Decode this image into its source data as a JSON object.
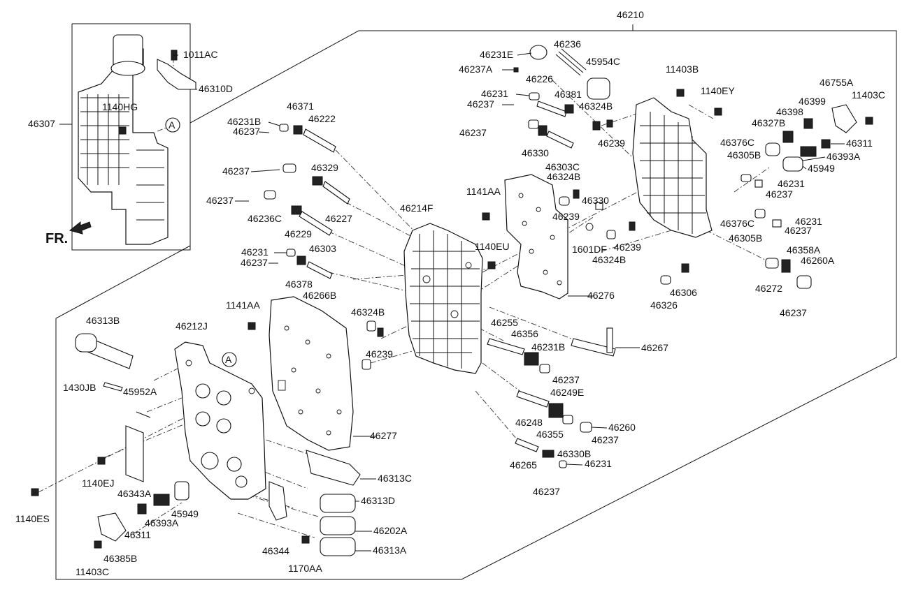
{
  "diagram": {
    "top_label": "46210",
    "front_marker": "FR.",
    "view_marker": "A",
    "labels": {
      "l1011AC": "1011AC",
      "l46310D": "46310D",
      "l46307": "46307",
      "l1140HG": "1140HG",
      "l46231E": "46231E",
      "l46236": "46236",
      "l46237A": "46237A",
      "l45954C": "45954C",
      "l46226": "46226",
      "l11403B": "11403B",
      "l46231a": "46231",
      "l46237a": "46237",
      "l46381": "46381",
      "l1140EY": "1140EY",
      "l46755A": "46755A",
      "l11403C_top": "11403C",
      "l46324B_a": "46324B",
      "l46399": "46399",
      "l46398": "46398",
      "l46327B": "46327B",
      "l46371": "46371",
      "l46231B_a": "46231B",
      "l46222": "46222",
      "l46237b": "46237",
      "l46239a": "46239",
      "l46237c": "46237",
      "l46376C_a": "46376C",
      "l46311_top": "46311",
      "l46393A_top": "46393A",
      "l46330a": "46330",
      "l46305B_a": "46305B",
      "l45949_top": "45949",
      "l46303C": "46303C",
      "l46324B_b": "46324B",
      "l46237d": "46237",
      "l46329": "46329",
      "l46231b": "46231",
      "l46237e": "46237",
      "l1141AA_a": "1141AA",
      "l46330b": "46330",
      "l46237f": "46237",
      "l46236C": "46236C",
      "l46227": "46227",
      "l46214F": "46214F",
      "l46239b": "46239",
      "l46376C_b": "46376C",
      "l46231c": "46231",
      "l46237g": "46237",
      "l46229": "46229",
      "l46305B_b": "46305B",
      "l1601DF": "1601DF",
      "l46303": "46303",
      "l1140EU": "1140EU",
      "l46239c": "46239",
      "l46231d": "46231",
      "l46324B_c": "46324B",
      "l46358A": "46358A",
      "l46237h": "46237",
      "l46260A": "46260A",
      "l46378": "46378",
      "l46266B": "46266B",
      "l46272": "46272",
      "l46326": "46326",
      "l46306": "46306",
      "l46276": "46276",
      "l1141AA_b": "1141AA",
      "l46237i": "46237",
      "l46324B_d": "46324B",
      "l46313B": "46313B",
      "l46212J": "46212J",
      "l46255": "46255",
      "l46356": "46356",
      "l46267": "46267",
      "l46231B_b": "46231B",
      "l46239d": "46239",
      "l46237j": "46237",
      "l1430JB": "1430JB",
      "l45952A": "45952A",
      "l46249E": "46249E",
      "l46248": "46248",
      "l46260": "46260",
      "l46355": "46355",
      "l46237k": "46237",
      "l46277": "46277",
      "l46330B": "46330B",
      "l46265": "46265",
      "l46231e": "46231",
      "l1140EJ": "1140EJ",
      "l46313C": "46313C",
      "l46343A": "46343A",
      "l46237l": "46237",
      "l46313D": "46313D",
      "l45949_bot": "45949",
      "l1140ES": "1140ES",
      "l46393A_bot": "46393A",
      "l46311_bot": "46311",
      "l46202A": "46202A",
      "l46344": "46344",
      "l46313A": "46313A",
      "l46385B": "46385B",
      "l11403C_bot": "11403C",
      "l1170AA": "1170AA"
    }
  }
}
